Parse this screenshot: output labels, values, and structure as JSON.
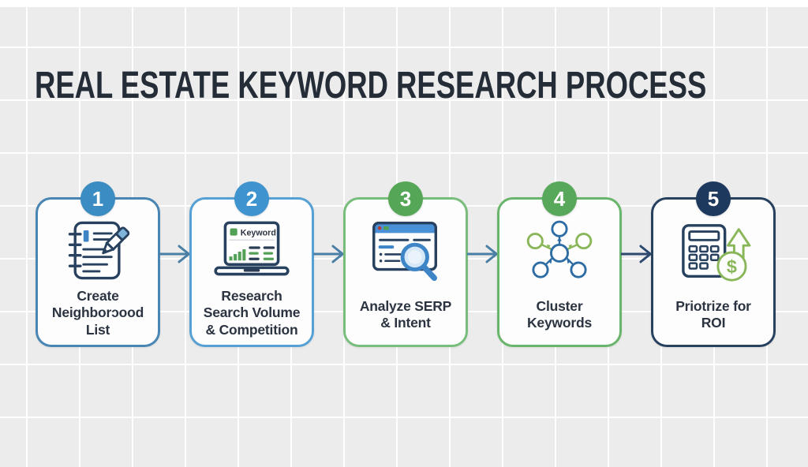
{
  "title": "REAL ESTATE KEYWORD RESEARCH PROCESS",
  "colors": {
    "background": "#ECECEC",
    "grid_line": "#FFFFFF",
    "card_background": "#FDFDFD",
    "label_text": "#2B3440",
    "title_text": "#242D37",
    "icon_outline_navy": "#27415E",
    "icon_blue": "#3D85C6",
    "icon_green": "#53A157",
    "icon_light_green": "#8AB65A"
  },
  "steps": [
    {
      "number": "1",
      "label": "Create\nNeighborɔood\nList",
      "border_color": "#4A86B4",
      "badge_color": "#3A8CC2",
      "icon": "notebook-pen-icon"
    },
    {
      "number": "2",
      "label": "Research\nSearch Volume\n& Competition",
      "border_color": "#57A0D4",
      "badge_color": "#3F93CF",
      "icon": "laptop-keyword-icon"
    },
    {
      "number": "3",
      "label": "Analyze SERP\n& Intent",
      "border_color": "#79BD7C",
      "badge_color": "#55A757",
      "icon": "serp-search-icon"
    },
    {
      "number": "4",
      "label": "Cluster\nKeywords",
      "border_color": "#69B56B",
      "badge_color": "#57A85A",
      "icon": "cluster-keywords-icon"
    },
    {
      "number": "5",
      "label": "Priotrize for\nROI",
      "border_color": "#27415E",
      "badge_color": "#1D3A5E",
      "icon": "calculator-roi-icon"
    }
  ],
  "connectors": [
    {
      "color": "#4A7FA5"
    },
    {
      "color": "#4A7FA5"
    },
    {
      "color": "#4A7FA5"
    },
    {
      "color": "#2C4A6E"
    }
  ],
  "laptop_screen_label": "Keyword",
  "coin_symbol": "$"
}
